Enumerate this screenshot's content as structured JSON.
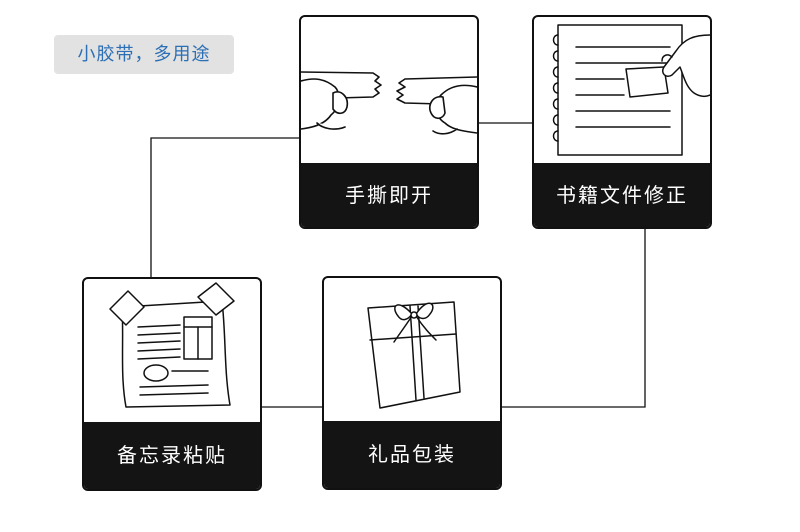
{
  "header": {
    "tag_text": "小胶带，多用途"
  },
  "cards": [
    {
      "caption": "手撕即开",
      "icon": "tearing-tape-icon"
    },
    {
      "caption": "书籍文件修正",
      "icon": "document-correction-icon"
    },
    {
      "caption": "备忘录粘贴",
      "icon": "taped-memo-icon"
    },
    {
      "caption": "礼品包装",
      "icon": "gift-box-icon"
    }
  ],
  "colors": {
    "tag_text": "#2c6fb5",
    "tag_bg": "#e2e2e2",
    "caption_bg": "#141414",
    "line": "#111111"
  }
}
